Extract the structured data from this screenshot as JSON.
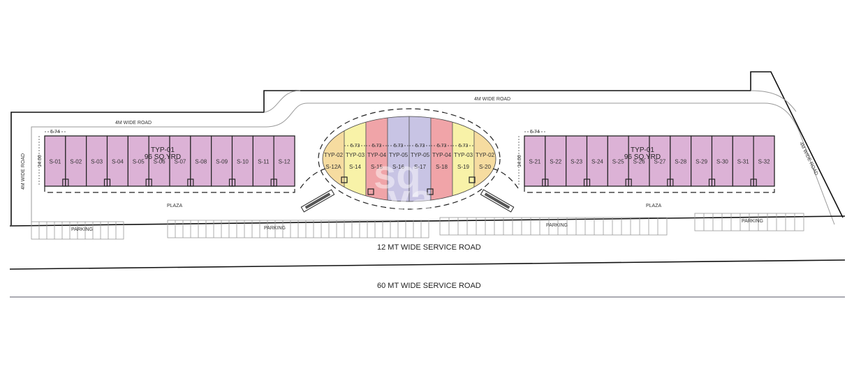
{
  "roads": {
    "top_road": "4M WIDE ROAD",
    "left_road": "4M WIDE ROAD",
    "right_road": "4M WIDE ROAD",
    "top_left_road": "4M WIDE ROAD",
    "service_road_12": "12  MT WIDE SERVICE ROAD",
    "service_road_60": "60  MT WIDE SERVICE ROAD"
  },
  "areas": {
    "plaza_left": "PLAZA",
    "plaza_right": "PLAZA",
    "parking": [
      "PARKING",
      "PARKING",
      "PARKING",
      "PARKING"
    ]
  },
  "left_block": {
    "type_label": "TYP-01",
    "area_label": "96 SQ.YRD",
    "width_dim": "5.74",
    "depth_dim": "14.00",
    "color": "#dcb2d6",
    "shops": [
      "S-01",
      "S-02",
      "S-03",
      "S-04",
      "S-05",
      "S-06",
      "S-07",
      "S-08",
      "S-09",
      "S-10",
      "S-11",
      "S-12"
    ]
  },
  "right_block": {
    "type_label": "TYP-01",
    "area_label": "96 SQ.YRD",
    "width_dim": "5.74",
    "depth_dim": "14.00",
    "color": "#dcb2d6",
    "shops": [
      "S-21",
      "S-22",
      "S-23",
      "S-24",
      "S-25",
      "S-26",
      "S-27",
      "S-28",
      "S-29",
      "S-30",
      "S-31",
      "S-32"
    ]
  },
  "center_block": {
    "dims": [
      "5.73",
      "5.73",
      "5.73",
      "5.73",
      "5.73",
      "5.73"
    ],
    "units": [
      {
        "type": "TYP-02",
        "shop": "S-12A",
        "color": "#f6dca0"
      },
      {
        "type": "TYP-03",
        "shop": "S-14",
        "color": "#f8f2a8"
      },
      {
        "type": "TYP-04",
        "shop": "S-15",
        "color": "#f0a4a8"
      },
      {
        "type": "TYP-05",
        "shop": "S-16",
        "color": "#c8c4e4"
      },
      {
        "type": "TYP-05",
        "shop": "S-17",
        "color": "#c8c4e4"
      },
      {
        "type": "TYP-04",
        "shop": "S-18",
        "color": "#f0a4a8"
      },
      {
        "type": "TYP-03",
        "shop": "S-19",
        "color": "#f8f2a8"
      },
      {
        "type": "TYP-02",
        "shop": "S-20",
        "color": "#f6dca0"
      }
    ]
  },
  "watermark": "square yards"
}
